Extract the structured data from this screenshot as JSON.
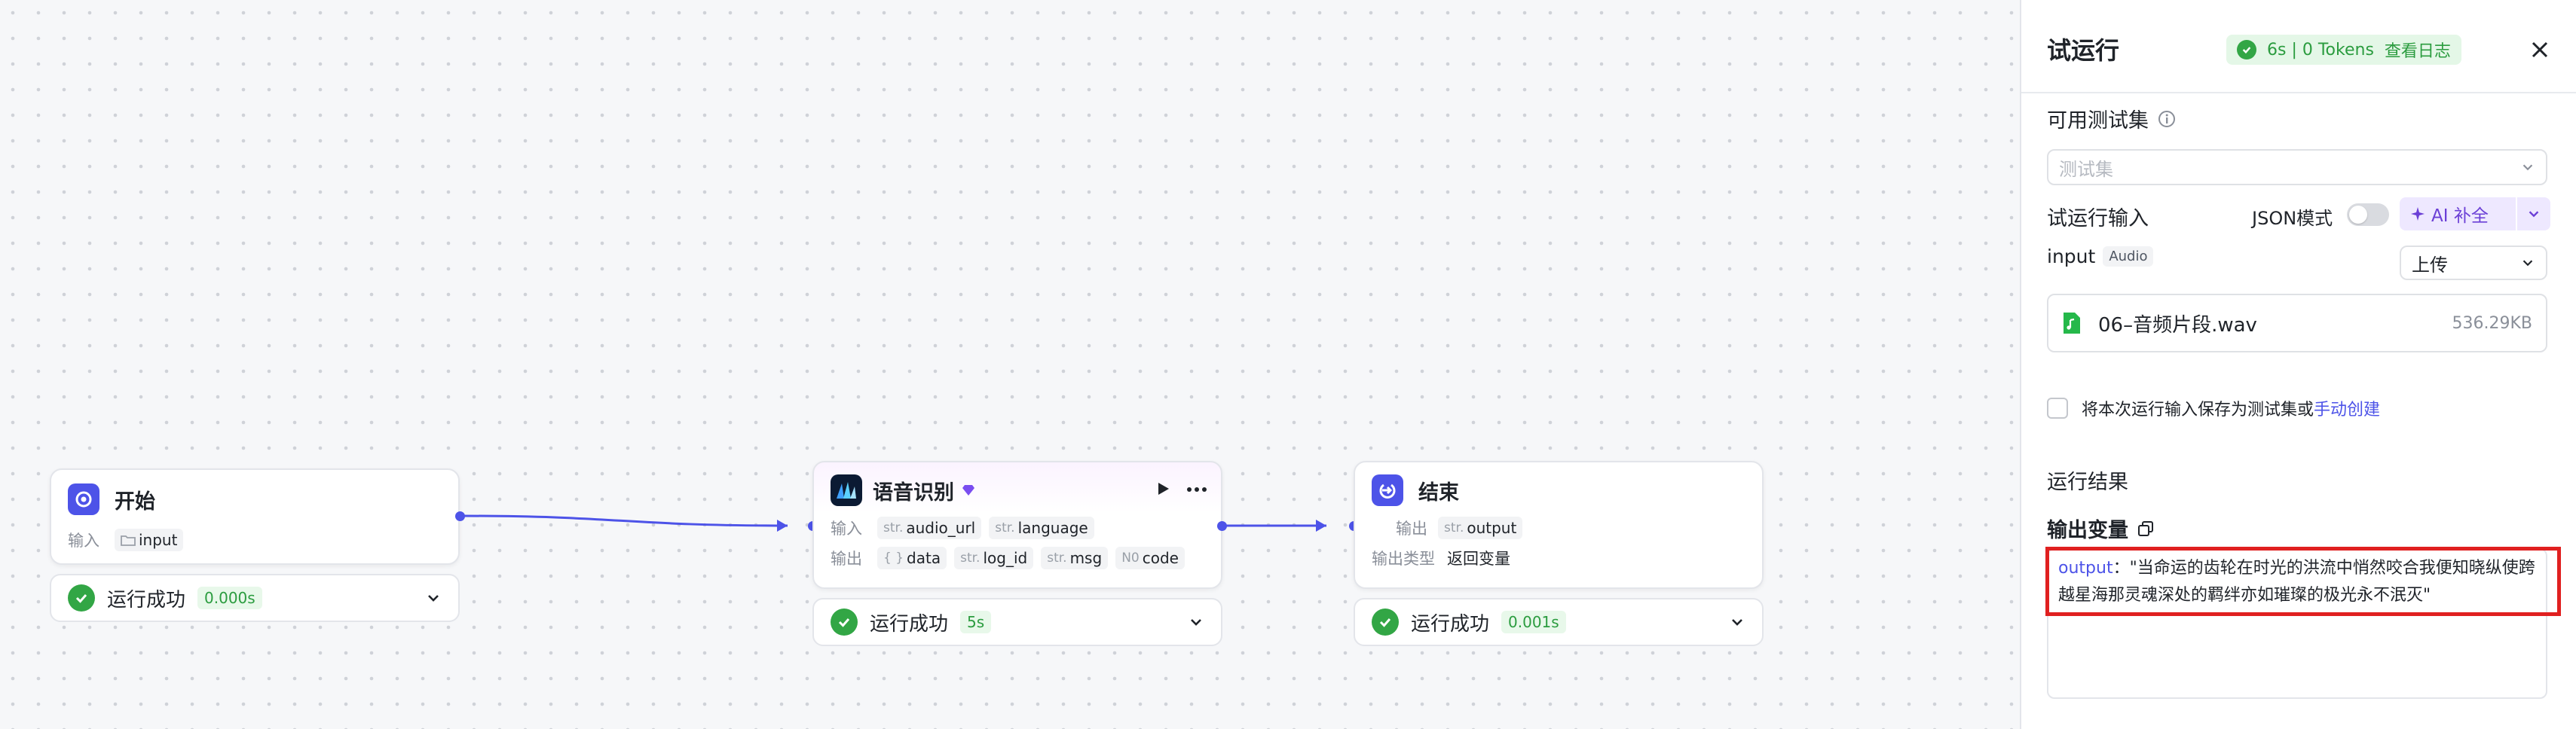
{
  "canvas": {
    "start_node": {
      "title": "开始",
      "input_label": "输入",
      "input_value": "input",
      "status": "运行成功",
      "time": "0.000s"
    },
    "asr_node": {
      "title": "语音识别",
      "input_label": "输入",
      "inputs": [
        {
          "type": "str.",
          "name": "audio_url"
        },
        {
          "type": "str.",
          "name": "language"
        }
      ],
      "output_label": "输出",
      "outputs": [
        {
          "type": "{ }",
          "name": "data"
        },
        {
          "type": "str.",
          "name": "log_id"
        },
        {
          "type": "str.",
          "name": "msg"
        },
        {
          "type": "N0",
          "name": "code"
        }
      ],
      "status": "运行成功",
      "time": "5s"
    },
    "end_node": {
      "title": "结束",
      "output_label": "输出",
      "output_type_str": "str.",
      "output_value": "output",
      "output_type_label": "输出类型",
      "output_type_value": "返回变量",
      "status": "运行成功",
      "time": "0.001s"
    }
  },
  "panel": {
    "title": "试运行",
    "badge_stats": "6s | 0 Tokens",
    "badge_log": "查看日志",
    "testset_label": "可用测试集",
    "testset_placeholder": "测试集",
    "run_input_label": "试运行输入",
    "json_mode_label": "JSON模式",
    "ai_fill_label": "AI 补全",
    "input_name": "input",
    "input_type": "Audio",
    "upload_label": "上传",
    "file_name": "06–音频片段.wav",
    "file_size": "536.29KB",
    "save_text": "将本次运行输入保存为测试集或",
    "manual_create": "手动创建",
    "result_title": "运行结果",
    "output_var_title": "输出变量",
    "output_key": "output",
    "output_text": "：\"当命运的齿轮在时光的洪流中悄然咬合我便知晓纵使跨越星海那灵魂深处的羁绊亦如璀璨的极光永不泯灭\""
  },
  "colors": {
    "accent": "#4d53e8",
    "success": "#32a645",
    "highlight_border": "#e02020"
  }
}
